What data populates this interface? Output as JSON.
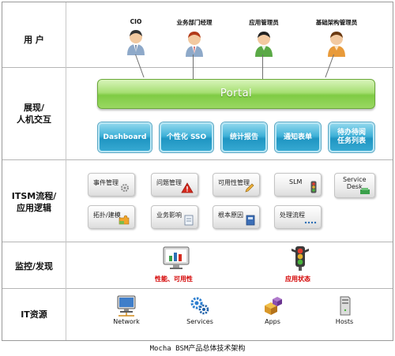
{
  "rows": {
    "users": "用 户",
    "display": "展现/\n人机交互",
    "itsm": "ITSM流程/\n应用逻辑",
    "monitor": "监控/发现",
    "resources": "IT资源"
  },
  "users": [
    {
      "label": "CIO",
      "shirt": "#8ea9c9",
      "hair": "#333333"
    },
    {
      "label": "业务部门经理",
      "shirt": "#8ea9c9",
      "hair": "#b23a1a"
    },
    {
      "label": "应用管理员",
      "shirt": "#5aa946",
      "hair": "#222222"
    },
    {
      "label": "基础架构管理员",
      "shirt": "#e89a3a",
      "hair": "#6b3a12"
    }
  ],
  "portal": "Portal",
  "display_buttons": [
    "Dashboard",
    "个性化 SSO",
    "统计报告",
    "通知表单",
    "待办待阅\n任务列表"
  ],
  "itsm_row1": [
    "事件管理",
    "问题管理",
    "可用性管理",
    "SLM",
    "Service\nDesk"
  ],
  "itsm_row2": [
    "拓扑/建模",
    "业务影响",
    "根本原因",
    "处理流程"
  ],
  "monitor": [
    "性能、可用性",
    "应用状态"
  ],
  "resources": [
    "Network",
    "Services",
    "Apps",
    "Hosts"
  ],
  "caption": "Mocha BSM产品总体技术架构"
}
